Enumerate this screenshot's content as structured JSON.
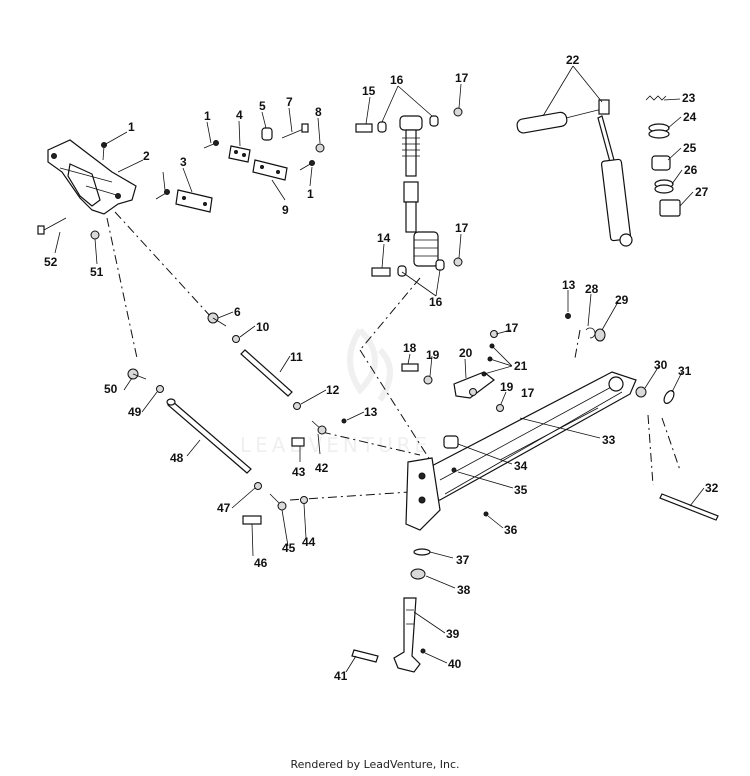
{
  "footer": "Rendered by LeadVenture, Inc.",
  "watermark": "LEADVENTURE",
  "callouts": [
    "1",
    "2",
    "3",
    "4",
    "5",
    "7",
    "8",
    "1",
    "9",
    "1",
    "15",
    "16",
    "17",
    "22",
    "23",
    "24",
    "25",
    "26",
    "27",
    "14",
    "17",
    "16",
    "52",
    "51",
    "6",
    "10",
    "11",
    "12",
    "13",
    "28",
    "29",
    "18",
    "19",
    "20",
    "21",
    "17",
    "30",
    "31",
    "50",
    "49",
    "48",
    "43",
    "42",
    "13",
    "33",
    "19",
    "17",
    "34",
    "35",
    "47",
    "46",
    "45",
    "44",
    "36",
    "32",
    "37",
    "38",
    "39",
    "41",
    "40"
  ]
}
